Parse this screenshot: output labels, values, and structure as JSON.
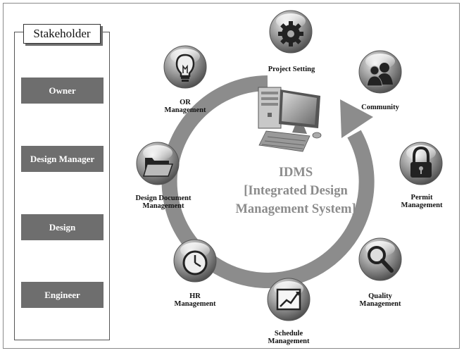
{
  "stakeholder": {
    "title": "Stakeholder",
    "items": [
      "Owner",
      "Design Manager",
      "Design",
      "Engineer"
    ]
  },
  "center": {
    "line1": "IDMS",
    "line2": "[Integrated Design",
    "line3": "Management System]"
  },
  "modules": [
    {
      "icon": "gear-icon",
      "label": "Project Setting"
    },
    {
      "icon": "users-icon",
      "label": "Community"
    },
    {
      "icon": "padlock-icon",
      "label": "Permit\nManagement"
    },
    {
      "icon": "magnifier-icon",
      "label": "Quality\nManagement"
    },
    {
      "icon": "chart-icon",
      "label": "Schedule\nManagement"
    },
    {
      "icon": "clock-icon",
      "label": "HR\nManagement"
    },
    {
      "icon": "folder-icon",
      "label": "Design Document\nManagement"
    },
    {
      "icon": "lightbulb-icon",
      "label": "OR\nManagement"
    }
  ],
  "colors": {
    "item_fill": "#6e6e6e",
    "arrow": "#8c8c8c",
    "center_text": "#8c8c8c"
  }
}
